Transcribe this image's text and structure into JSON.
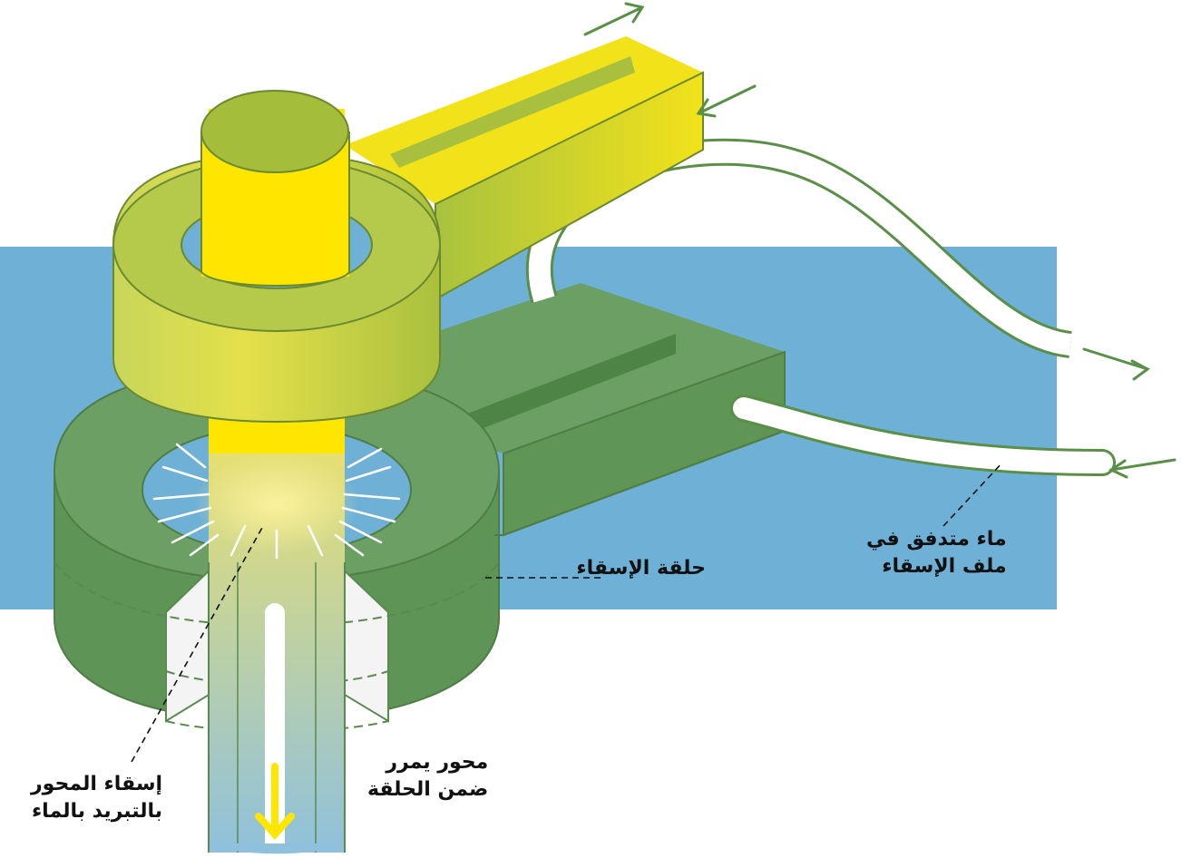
{
  "labels": {
    "quench_ring": "حلقة الإسقاء",
    "water_flow": [
      "ماء متدفق في",
      "ملف الإسقاء"
    ],
    "shaft_through_ring": [
      "محور يمرر",
      "ضمن الحلقة"
    ],
    "shaft_quench": [
      "إسقاء المحور",
      "بالتبريد بالماء"
    ]
  },
  "colors": {
    "background_band": "#6fb1d6",
    "ring_green": "#6b9f63",
    "ring_green_dark": "#5a8a4f",
    "ring_green_edge": "#4f7d45",
    "coil_lime": "#c9d85a",
    "shaft_yellow": "#ffe600",
    "shaft_olive": "#a4be3b",
    "water_spray": "#ffffff",
    "arrow": "#5a8f47"
  },
  "icons": [
    "flow-arrow-icon",
    "down-arrow-icon",
    "water-spray-icon"
  ]
}
